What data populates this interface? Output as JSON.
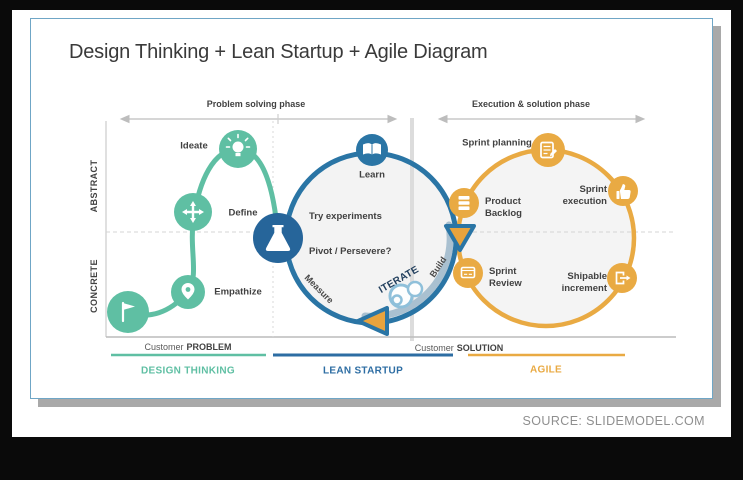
{
  "slide": {
    "title": "Design Thinking + Lean Startup + Agile Diagram",
    "source": "SOURCE: SLIDEMODEL.COM"
  },
  "phases": {
    "problem": "Problem solving phase",
    "execution": "Execution & solution phase"
  },
  "axis": {
    "abstract": "ABSTRACT",
    "concrete": "CONCRETE",
    "customer": "Customer",
    "problem": "PROBLEM",
    "solution": "SOLUTION"
  },
  "design_thinking": {
    "name": "DESIGN THINKING",
    "ideate": "Ideate",
    "define": "Define",
    "empathize": "Empathize"
  },
  "lean_startup": {
    "name": "LEAN STARTUP",
    "learn": "Learn",
    "try_experiments": "Try experiments",
    "pivot": "Pivot / Persevere?",
    "measure": "Measure",
    "build": "Build",
    "iterate": "ITERATE"
  },
  "agile": {
    "name": "AGILE",
    "sprint_planning": "Sprint planning",
    "product_backlog": "Product Backlog",
    "sprint_execution": "Sprint execution",
    "sprint_review": "Sprint Review",
    "shipable_increment": "Shipable increment"
  },
  "colors": {
    "teal": "#5fbfa3",
    "blue": "#2a75a5",
    "flask_blue": "#26659a",
    "orange": "#e9aa43",
    "triangle_fill": "#e8a33d",
    "gray_arc": "#a9c0d0",
    "navy_text": "#23405e"
  }
}
